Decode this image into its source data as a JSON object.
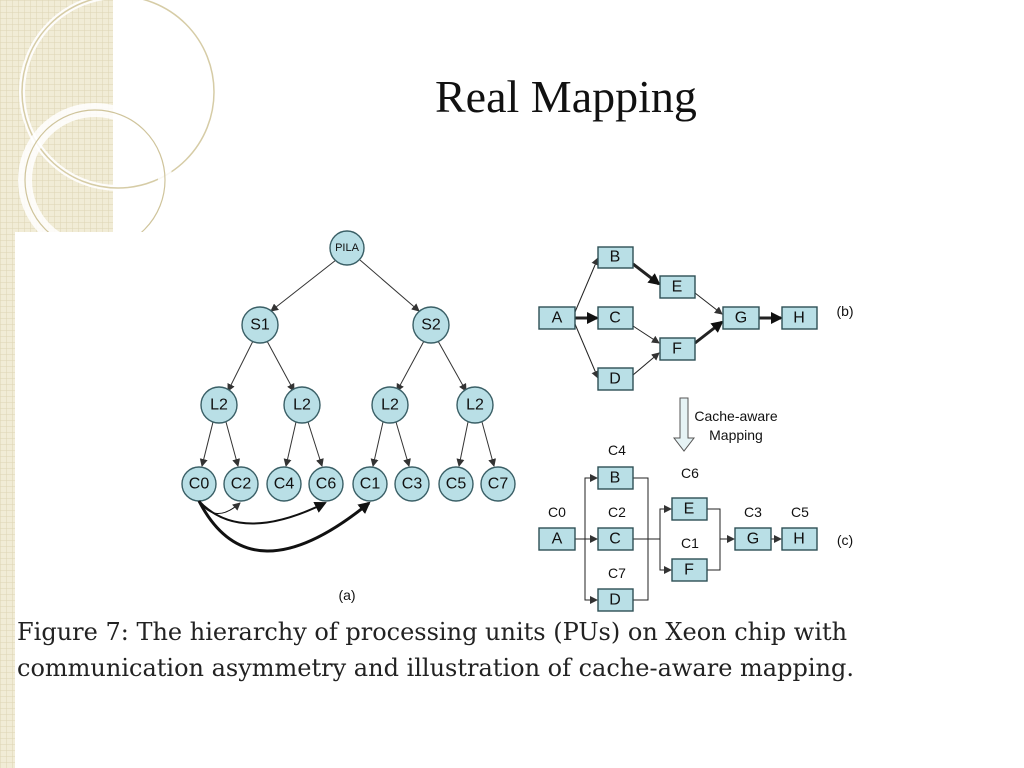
{
  "slide": {
    "title": "Real Mapping",
    "caption": "Figure 7: The hierarchy of processing units (PUs) on Xeon chip with communication asymmetry and illustration of cache-aware mapping."
  },
  "diagram_a": {
    "label": "(a)",
    "root": "PILA",
    "sockets": [
      "S1",
      "S2"
    ],
    "l2": [
      "L2",
      "L2",
      "L2",
      "L2"
    ],
    "cores": [
      "C0",
      "C2",
      "C4",
      "C6",
      "C1",
      "C3",
      "C5",
      "C7"
    ]
  },
  "diagram_b": {
    "label": "(b)",
    "tasks": [
      "A",
      "B",
      "C",
      "D",
      "E",
      "F",
      "G",
      "H"
    ]
  },
  "arrow_caption": [
    "Cache-aware",
    "Mapping"
  ],
  "diagram_c": {
    "label": "(c)",
    "tasks": [
      "A",
      "B",
      "C",
      "D",
      "E",
      "F",
      "G",
      "H"
    ],
    "cores": [
      "C0",
      "C4",
      "C2",
      "C7",
      "C6",
      "C1",
      "C3",
      "C5"
    ]
  },
  "colors": {
    "node_fill": "#b9dfe6",
    "node_stroke": "#3a5f66",
    "decor": "#ece6cc"
  }
}
